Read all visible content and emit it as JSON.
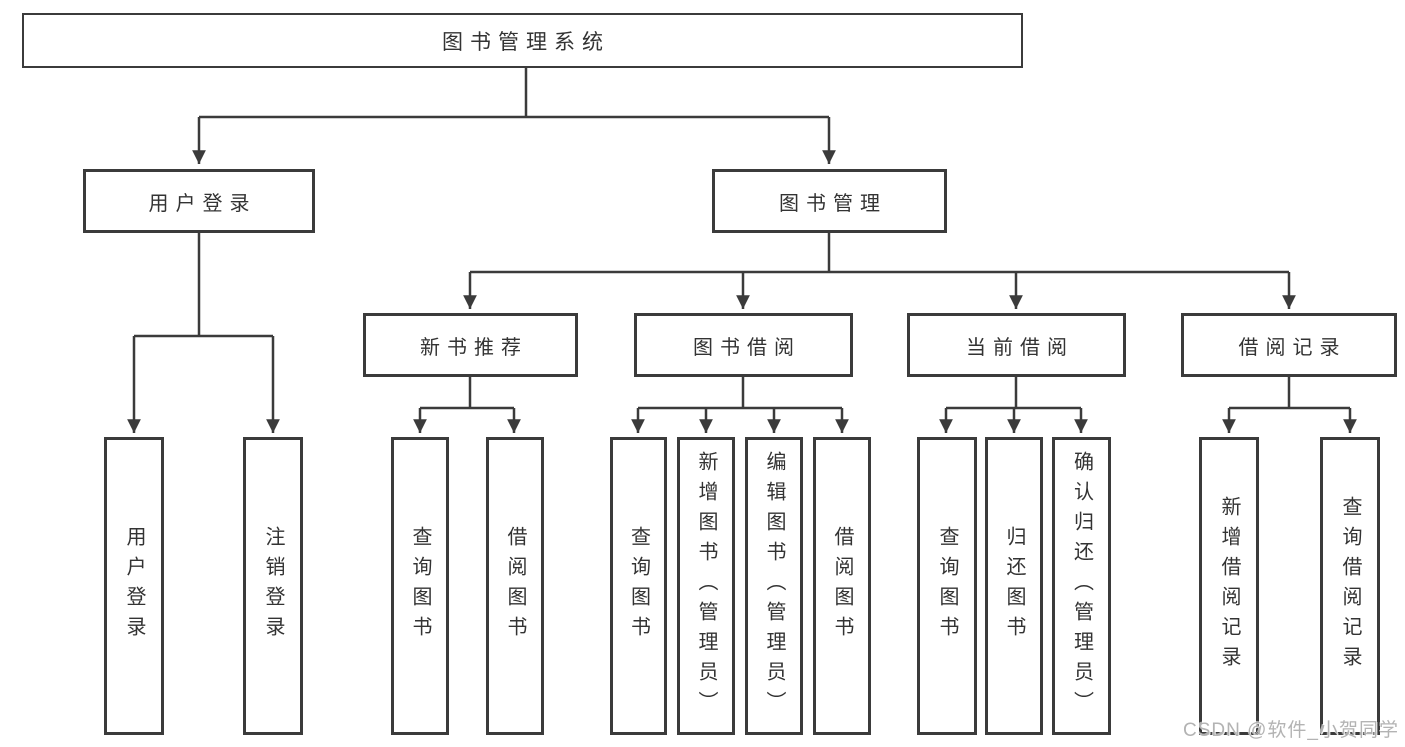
{
  "tree": {
    "root": {
      "label": "图书管理系统"
    },
    "branches": [
      {
        "label": "用户登录",
        "children": [
          {
            "label": "用户登录"
          },
          {
            "label": "注销登录"
          }
        ]
      },
      {
        "label": "图书管理",
        "children": [
          {
            "label": "新书推荐",
            "children": [
              {
                "label": "查询图书"
              },
              {
                "label": "借阅图书"
              }
            ]
          },
          {
            "label": "图书借阅",
            "children": [
              {
                "label": "查询图书"
              },
              {
                "label": "新增图书（管理员）"
              },
              {
                "label": "编辑图书（管理员）"
              },
              {
                "label": "借阅图书"
              }
            ]
          },
          {
            "label": "当前借阅",
            "children": [
              {
                "label": "查询图书"
              },
              {
                "label": "归还图书"
              },
              {
                "label": "确认归还（管理员）"
              }
            ]
          },
          {
            "label": "借阅记录",
            "children": [
              {
                "label": "新增借阅记录"
              },
              {
                "label": "查询借阅记录"
              }
            ]
          }
        ]
      }
    ]
  },
  "watermark": {
    "text": "CSDN @软件_小贺同学"
  },
  "colors": {
    "line": "#3b3b3b",
    "text": "#333333",
    "box_background": "#ffffff",
    "watermark": "#b3b3b3",
    "background": "#ffffff"
  }
}
